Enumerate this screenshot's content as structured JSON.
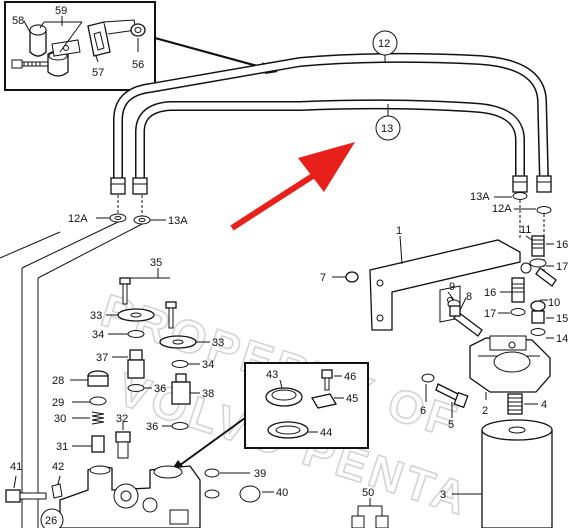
{
  "labels": {
    "p58": "58",
    "p59": "59",
    "p57": "57",
    "p56": "56",
    "p12": "12",
    "p13": "13",
    "p12A_left": "12A",
    "p13A_left": "13A",
    "p13A_right": "13A",
    "p12A_right": "12A",
    "p1": "1",
    "p7": "7",
    "p9": "9",
    "p8": "8",
    "p11": "11",
    "p16a": "16",
    "p17a": "17",
    "p16b": "16",
    "p10": "10",
    "p17b": "17",
    "p15": "15",
    "p14": "14",
    "p2": "2",
    "p6": "6",
    "p5": "5",
    "p4": "4",
    "p3": "3",
    "p35": "35",
    "p33a": "33",
    "p34a": "34",
    "p33b": "33",
    "p37": "37",
    "p34b": "34",
    "p28": "28",
    "p36a": "36",
    "p38": "38",
    "p29": "29",
    "p30": "30",
    "p32": "32",
    "p36b": "36",
    "p31": "31",
    "p43": "43",
    "p46": "46",
    "p45": "45",
    "p44": "44",
    "p41": "41",
    "p42": "42",
    "p39": "39",
    "p40": "40",
    "p50": "50",
    "p26": "26"
  },
  "watermark": {
    "line1": "PROPERTY OF",
    "line2": "VOLVO PENTA"
  },
  "colors": {
    "ink": "#111111",
    "arrow": "#e8201a",
    "watermark": "#d4d4d4"
  }
}
